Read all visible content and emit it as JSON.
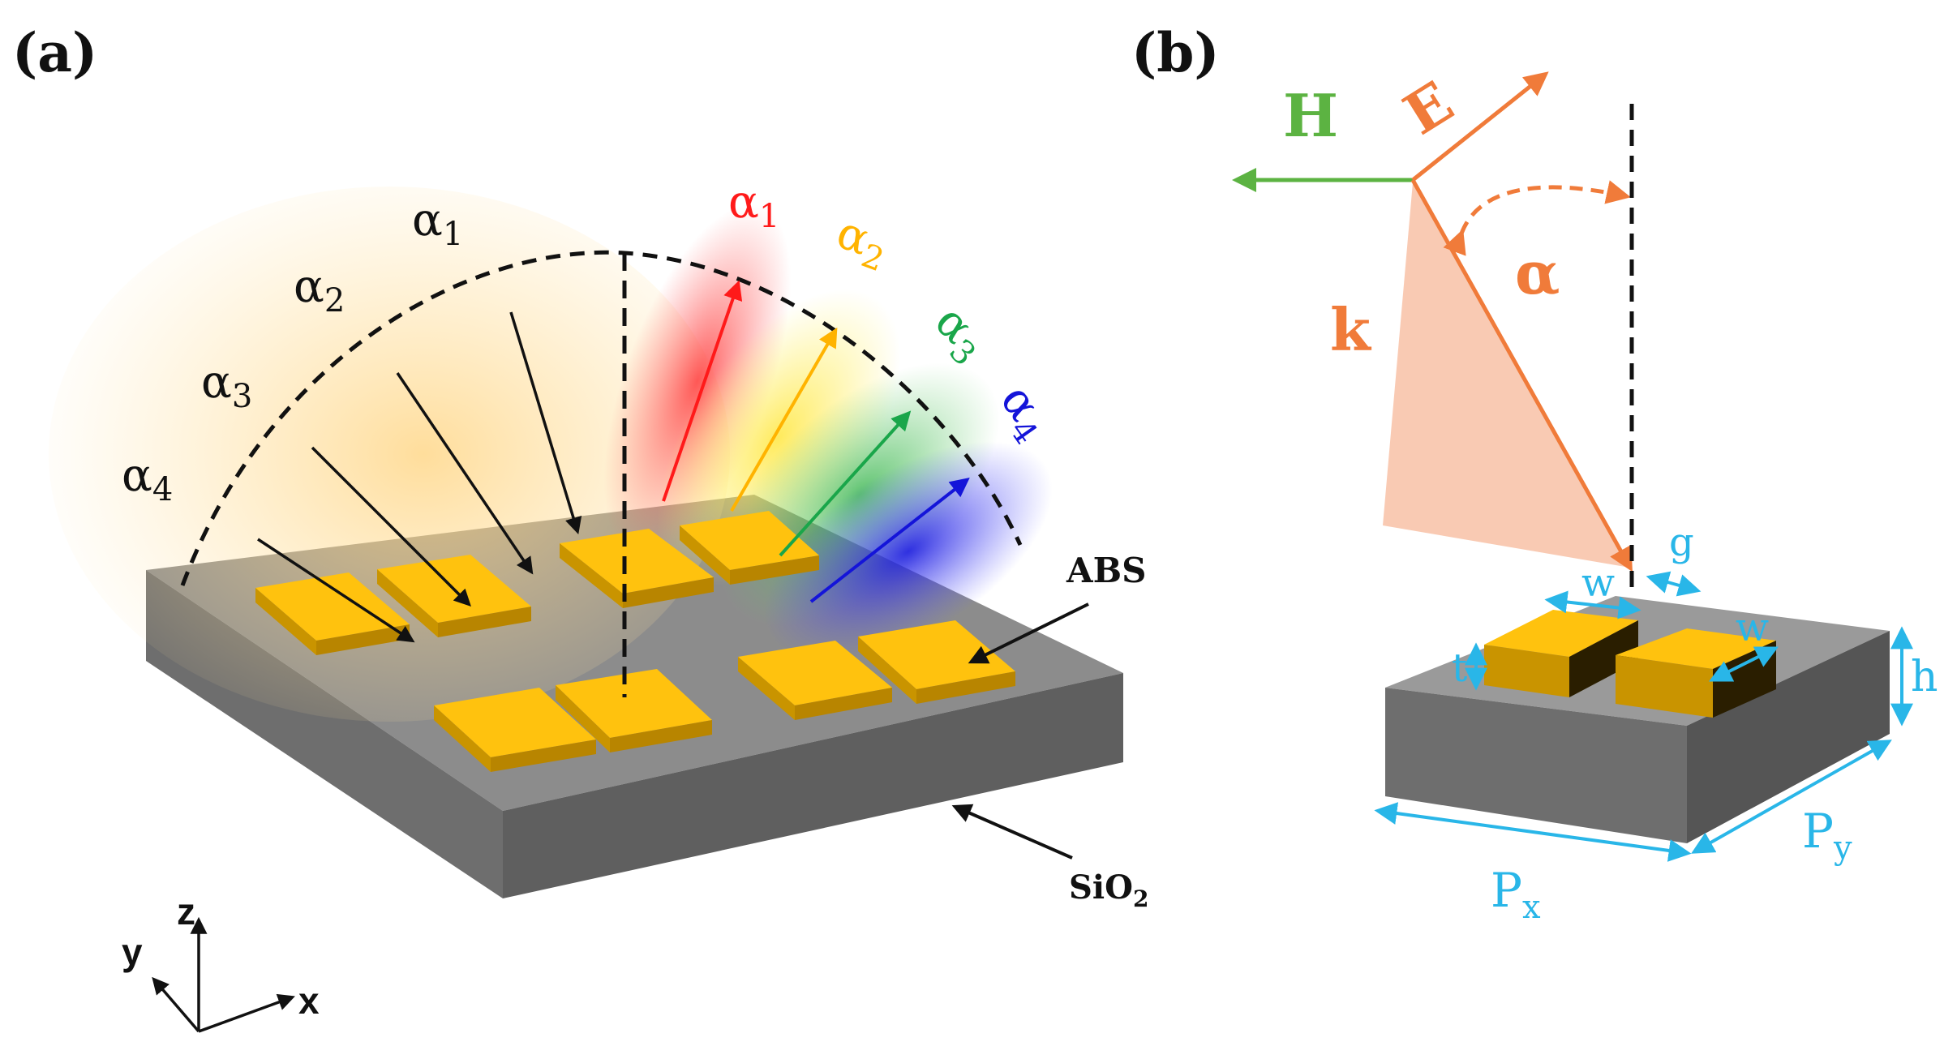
{
  "panels": {
    "a": {
      "label": "(a)",
      "incident_angles": [
        "α4",
        "α3",
        "α2",
        "α1"
      ],
      "reflected_angles": [
        {
          "symbol": "α",
          "sub": "1",
          "color": "#ff1a1a"
        },
        {
          "symbol": "α",
          "sub": "2",
          "color": "#ffb300"
        },
        {
          "symbol": "α",
          "sub": "3",
          "color": "#1aa64a"
        },
        {
          "symbol": "α",
          "sub": "4",
          "color": "#1414d9"
        }
      ],
      "labels": {
        "abs": "ABS",
        "sio2_main": "SiO",
        "sio2_sub": "2"
      },
      "axes": {
        "z": "z",
        "y": "y",
        "x": "x"
      }
    },
    "b": {
      "label": "(b)",
      "fields": {
        "h_field": "H",
        "e_field": "E",
        "k_vector": "k",
        "angle": "α"
      },
      "dimensions": {
        "g": "g",
        "w1": "w",
        "w2": "w",
        "t": "t",
        "h": "h",
        "px_main": "P",
        "px_sub": "x",
        "py_main": "P",
        "py_sub": "y"
      }
    }
  },
  "colors": {
    "gold_top": "#ffc20e",
    "gold_side": "#c99400",
    "gold_dark": "#3a2a00",
    "substrate_top": "#8c8c8c",
    "substrate_front": "#6e6e6e",
    "substrate_side": "#555555",
    "orange": "#f07b3a",
    "green": "#5cb342",
    "cyan": "#29b6e8",
    "black": "#111111"
  }
}
